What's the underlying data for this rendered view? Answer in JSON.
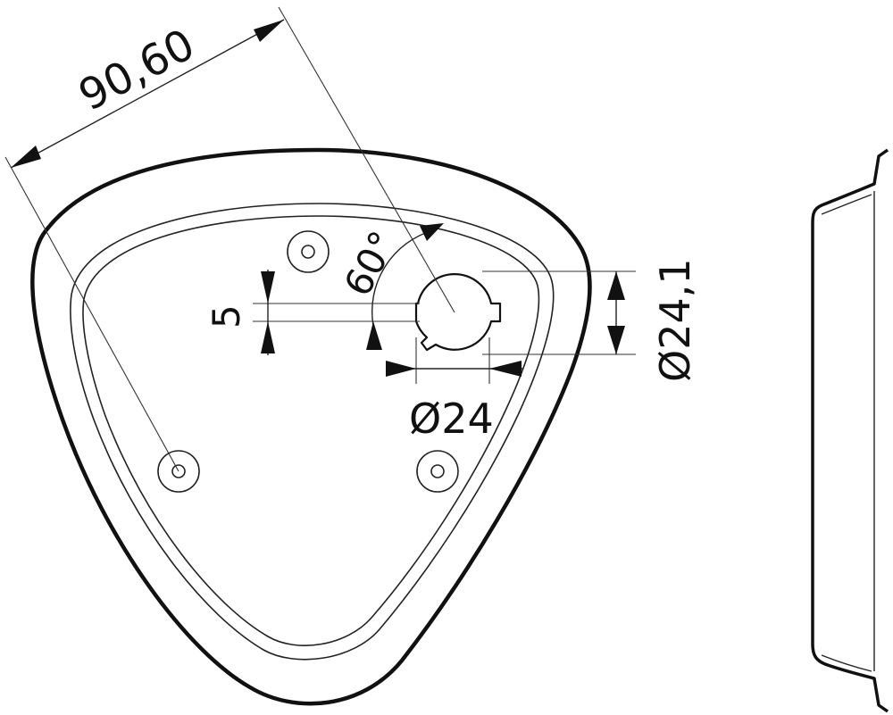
{
  "dimensions": {
    "overall_width": "90,60",
    "angle": "60°",
    "offset": "5",
    "outer_diameter": "Ø24,1",
    "inner_diameter": "Ø24"
  },
  "colors": {
    "line": "#111111",
    "background": "#ffffff"
  }
}
